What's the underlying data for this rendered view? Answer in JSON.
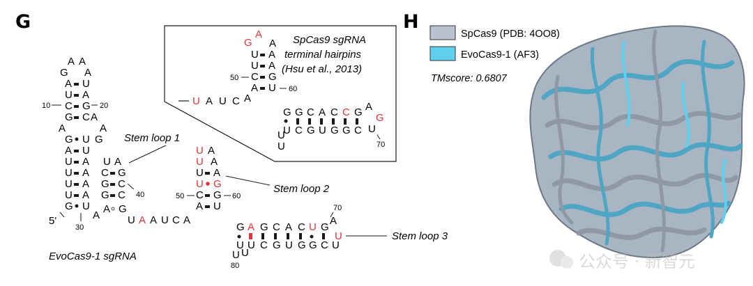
{
  "panels": {
    "g": "G",
    "h": "H"
  },
  "labels": {
    "stem_loop_1": "Stem loop 1",
    "stem_loop_2": "Stem loop 2",
    "stem_loop_3": "Stem loop 3",
    "evocas_title": "EvoCas9-1 sgRNA",
    "inset_line1": "SpCas9 sgRNA",
    "inset_line2": "terminal hairpins",
    "inset_line3": "(Hsu et al., 2013)"
  },
  "numbers": {
    "n10": "10",
    "n20": "20",
    "n30": "30",
    "n40": "40",
    "n50_main": "50",
    "n60_main": "60",
    "n70_main": "70",
    "n80_main": "80",
    "n50_inset": "50",
    "n60_inset": "60",
    "n70_inset": "70",
    "five_prime": "5'"
  },
  "legend": {
    "spcas9": "SpCas9 (PDB: 4OO8)",
    "evocas9": "EvoCas9-1 (AF3)",
    "tmscore": "TMscore: 0.6807"
  },
  "colors": {
    "text": "#1a1a1a",
    "highlight_red": "#e0343c",
    "spcas9_swatch": "#b8c2d0",
    "evocas9_swatch": "#5fd0ee",
    "protein_blue": "#4fa6c4",
    "protein_gray": "#8f99a6"
  },
  "watermark": "公众号 · 新智元"
}
